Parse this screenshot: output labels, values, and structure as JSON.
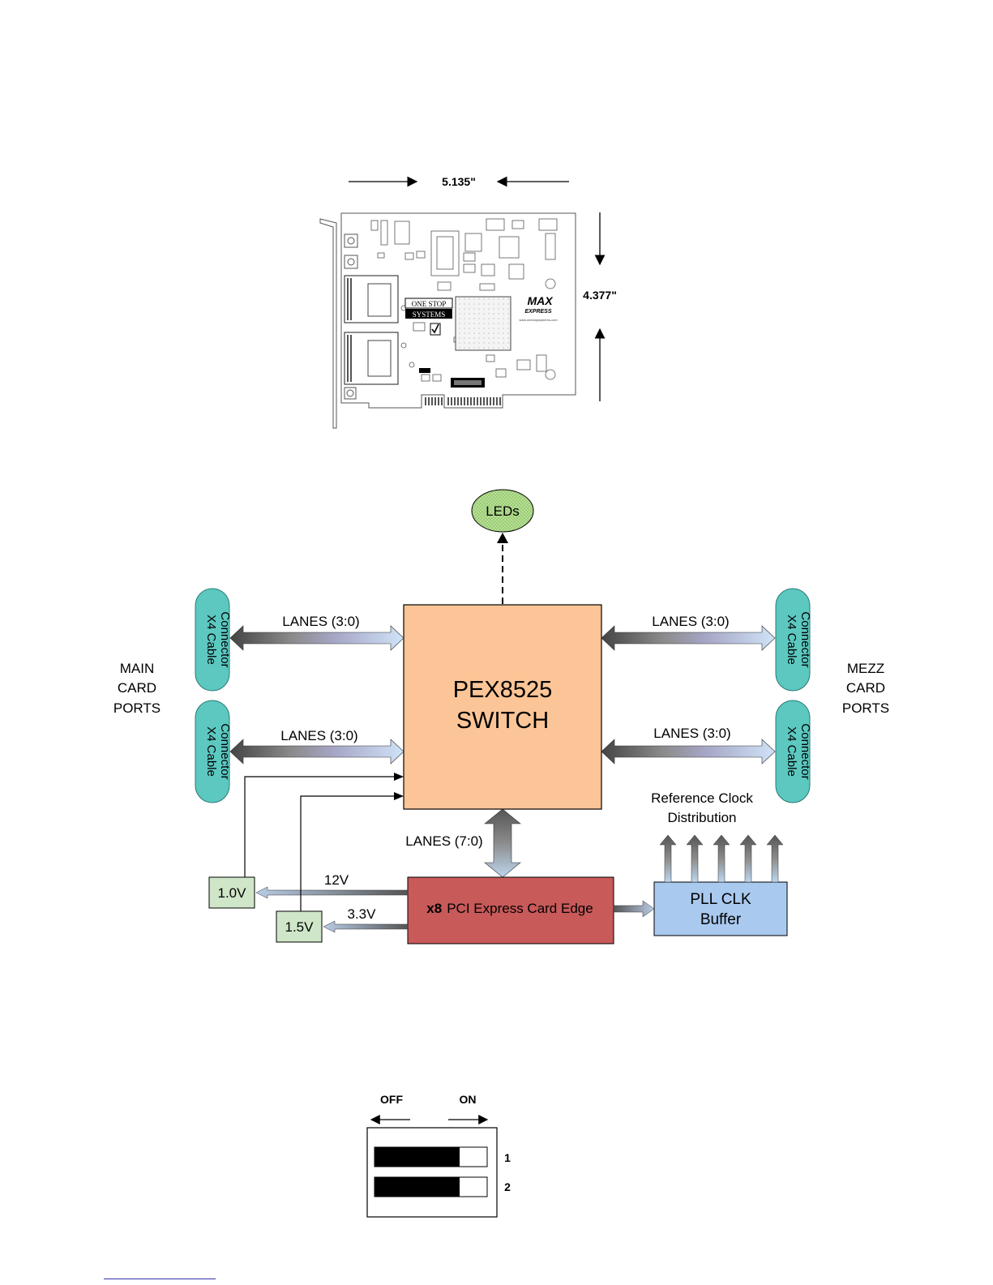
{
  "board": {
    "width_label": "5.135\"",
    "height_label": "4.377\"",
    "logo_line1": "ONE STOP",
    "logo_line2": "SYSTEMS",
    "brand_line1": "MAX",
    "brand_line2": "EXPRESS",
    "website": "www.onestopsystems.com"
  },
  "block_diagram": {
    "leds": "LEDs",
    "switch_line1": "PEX8525",
    "switch_line2": "SWITCH",
    "connector_line1": "X4 Cable",
    "connector_line2": "Connector",
    "lanes_top_left": "LANES (3:0)",
    "lanes_bottom_left": "LANES (3:0)",
    "lanes_top_right": "LANES (3:0)",
    "lanes_bottom_right": "LANES (3:0)",
    "lanes_center": "LANES (7:0)",
    "main_ports_line1": "MAIN",
    "main_ports_line2": "CARD",
    "main_ports_line3": "PORTS",
    "mezz_ports_line1": "MEZZ",
    "mezz_ports_line2": "CARD",
    "mezz_ports_line3": "PORTS",
    "card_edge_bold": "x8",
    "card_edge_label": "PCI Express Card Edge",
    "pll_line1": "PLL CLK",
    "pll_line2": "Buffer",
    "ref_clock_line1": "Reference Clock",
    "ref_clock_line2": "Distribution",
    "v1_0": "1.0V",
    "v1_5": "1.5V",
    "rail_12v": "12V",
    "rail_3_3v": "3.3V",
    "colors": {
      "switch": "#fbc597",
      "card_edge": "#c85a5a",
      "pll": "#a9c9ef",
      "connector": "#5cc8c0",
      "regulator": "#cfe6c9",
      "leds": "#a6d683"
    }
  },
  "dip_switch": {
    "off_label": "OFF",
    "on_label": "ON",
    "switch_1": "1",
    "switch_2": "2"
  }
}
